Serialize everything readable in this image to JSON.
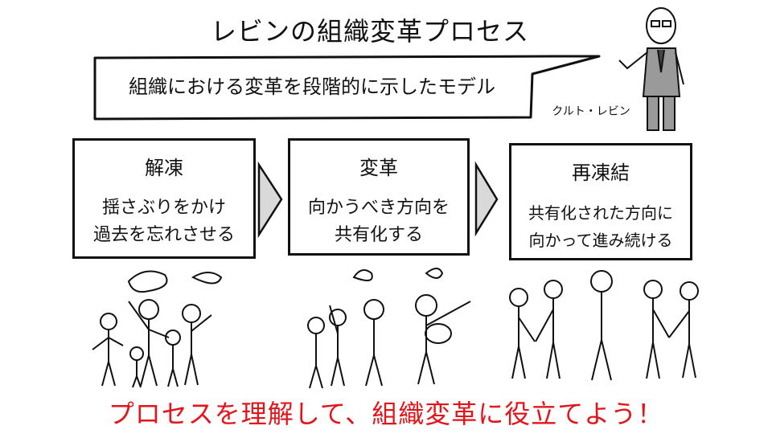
{
  "title": "レビンの組織変革プロセス",
  "speech_bubble": "組織における変革を段階的に示したモデル",
  "person_name": "クルト・レビン",
  "stages": [
    {
      "heading": "解凍",
      "line1": "揺さぶりをかけ",
      "line2": "過去を忘れさせる"
    },
    {
      "heading": "変革",
      "line1": "向かうべき方向を",
      "line2": "共有化する"
    },
    {
      "heading": "再凍結",
      "line1": "共有化された方向に",
      "line2": "向かって進み続ける"
    }
  ],
  "footer": "プロセスを理解して、組織変革に役立てよう！",
  "colors": {
    "footer": "#e4141b",
    "arrow_fill": "#d9d9d9",
    "suit": "#9a9a9a"
  }
}
